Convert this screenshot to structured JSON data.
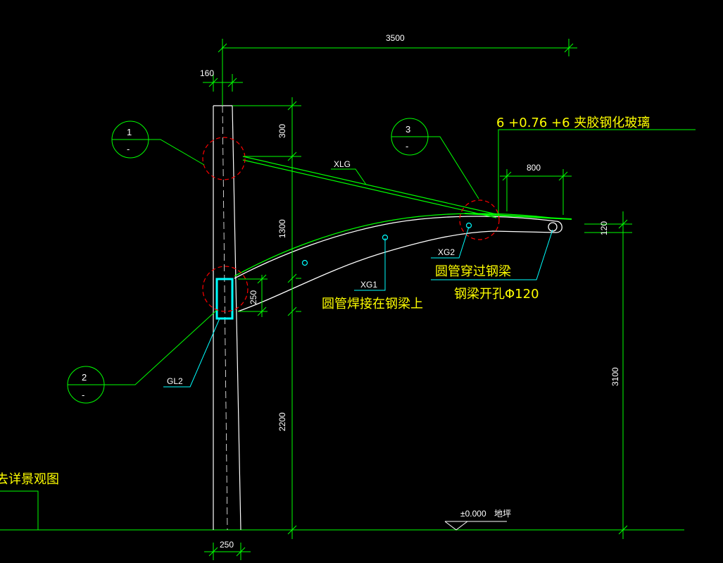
{
  "dimensions": {
    "total_span": "3500",
    "column_top_width": "160",
    "top_segment": "300",
    "mid_segment": "1300",
    "beam_depth": "250",
    "bottom_segment": "2200",
    "column_base_width": "250",
    "canopy_height": "3100",
    "overhang": "800",
    "tip_depth": "120"
  },
  "notes": {
    "glass": "6 +0.76 +6 夹胶钢化玻璃",
    "round_tube_through": "圆管穿过钢梁",
    "beam_hole": "钢梁开孔Φ120",
    "round_tube_welded": "圆管焊接在钢梁上",
    "partial_title": "去详景观图"
  },
  "tags": {
    "xlg": "XLG",
    "xg1": "XG1",
    "xg2": "XG2",
    "gl2": "GL2"
  },
  "ground": {
    "elevation": "±0.000",
    "label": "地坪"
  },
  "detail_bubbles": [
    {
      "number": "1",
      "sheet": "-"
    },
    {
      "number": "2",
      "sheet": "-"
    },
    {
      "number": "3",
      "sheet": "-"
    }
  ],
  "colors": {
    "background": "#000000",
    "dimension_lines": "#00ff00",
    "structure": "#ffffff",
    "notes": "#ffff00",
    "detail_circles": "#ff0000",
    "leaders": "#00ffff"
  }
}
